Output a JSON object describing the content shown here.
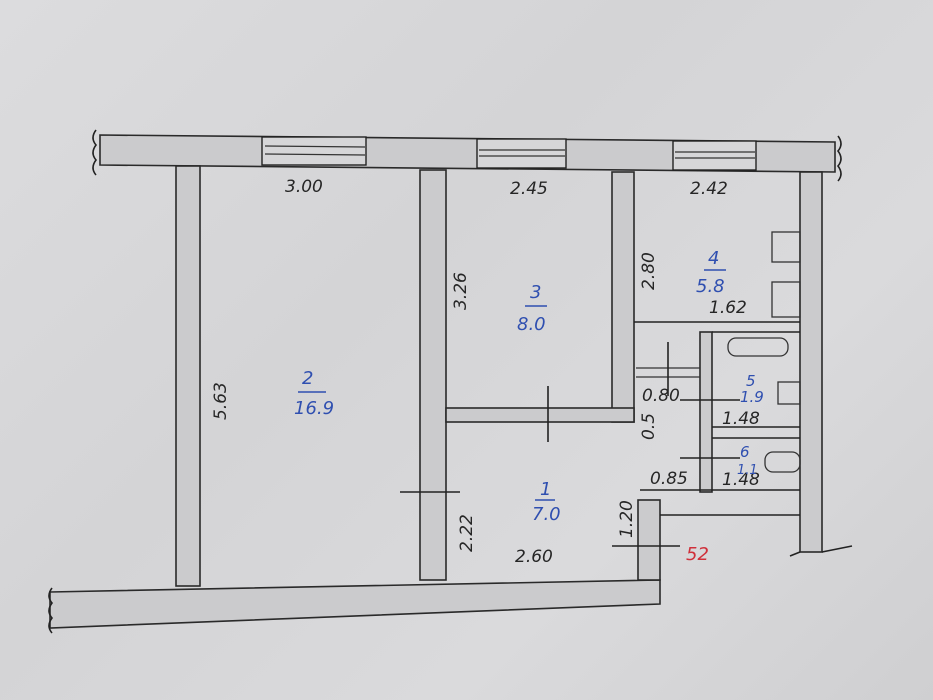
{
  "plan": {
    "type": "apartment floor plan (hand-drawn)",
    "ink_colors": {
      "lines": "#222222",
      "room_labels": "#2f4fb0",
      "total_area": "#d0303a",
      "paper": "#d9d9db"
    },
    "total_area": "52",
    "rooms": [
      {
        "number": "1",
        "area": "7.0"
      },
      {
        "number": "2",
        "area": "16.9"
      },
      {
        "number": "3",
        "area": "8.0"
      },
      {
        "number": "4",
        "area": "5.8"
      },
      {
        "number": "5",
        "area": "1.9"
      },
      {
        "number": "6",
        "area": "1.1"
      }
    ],
    "dimensions": {
      "room2_width": "3.00",
      "room3_width": "2.45",
      "room4_width": "2.42",
      "room2_length": "5.63",
      "room3_depth": "3.26",
      "room4_depth": "2.80",
      "room4_inner": "1.62",
      "hall_width": "2.60",
      "hall_depth": "2.22",
      "corridor_0_80": "0.80",
      "corridor_0_5": "0.5",
      "corridor_0_85": "0.85",
      "entry_1_20": "1.20",
      "bath_width": "1.48",
      "wc_width": "1.48"
    }
  }
}
